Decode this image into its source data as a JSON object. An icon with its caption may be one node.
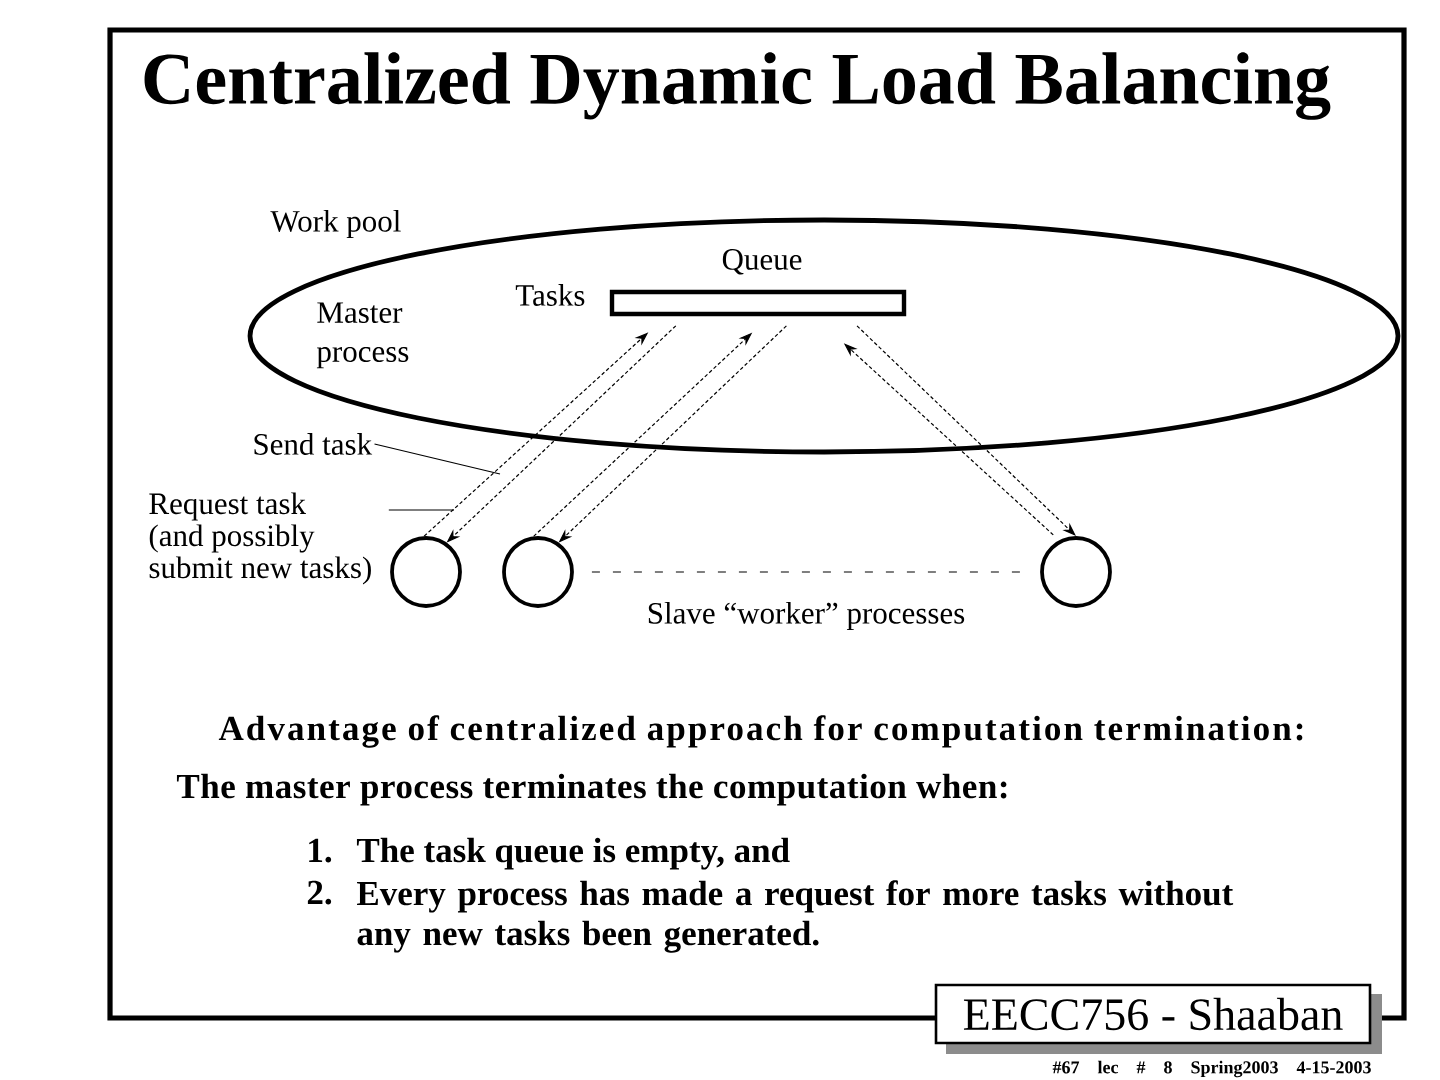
{
  "diagram": {
    "title": "Centralized Dynamic Load Balancing",
    "nodes": [
      {
        "text": [
          "Work pool",
          "Master process"
        ]
      },
      {
        "text": [
          "Queue"
        ],
        "beside": [
          "Tasks"
        ],
        "in": 0
      },
      {
        "text": [
          "Send task"
        ]
      },
      {
        "text": [
          "Request task (and possibly submit new tasks)"
        ]
      },
      {
        "text": [],
        "shape": "circle"
      },
      {
        "text": [],
        "shape": "circle"
      },
      {
        "text": [],
        "shape": "circle"
      }
    ],
    "edges": [
      {
        "from": 4,
        "to": 1,
        "arrow": "to",
        "style": "dashed"
      },
      {
        "from": 1,
        "to": 4,
        "arrow": "to",
        "style": "dashed"
      },
      {
        "from": 5,
        "to": 1,
        "arrow": "to",
        "style": "dashed"
      },
      {
        "from": 1,
        "to": 5,
        "arrow": "to",
        "style": "dashed"
      },
      {
        "from": 6,
        "to": 1,
        "arrow": "to",
        "style": "dashed"
      },
      {
        "from": 1,
        "to": 6,
        "arrow": "to",
        "style": "dashed"
      },
      {
        "from": 5,
        "to": 6,
        "arrow": "none",
        "style": "dashed"
      },
      {
        "from": 2,
        "to": null,
        "arrow": "none"
      },
      {
        "from": 3,
        "to": null,
        "arrow": "none"
      }
    ],
    "labels": [
      "Slave “worker” processes",
      "Advantage of centralized approach for computation termination:",
      "The master process terminates the computation when:",
      "1.",
      "The task queue is empty, and",
      "2.",
      "Every process has made a request for more tasks without any new tasks been generated.",
      "EECC756 - Shaaban",
      "#67 lec # 8 Spring2003 4-15-2003"
    ]
  }
}
